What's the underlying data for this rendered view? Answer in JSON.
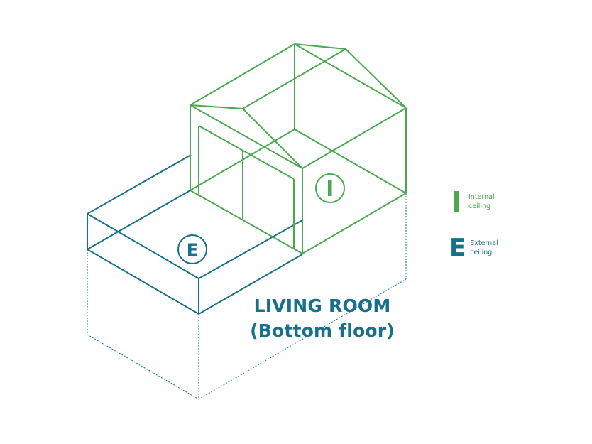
{
  "diagram": {
    "title_line1": "LIVING ROOM",
    "title_line2": "(Bottom floor)",
    "markers": {
      "internal": "I",
      "external": "E"
    },
    "legend": [
      {
        "glyph": "I",
        "label": "Internal\nceiling",
        "color": "#4aa84f"
      },
      {
        "glyph": "E",
        "label": "External\nceiling",
        "color": "#17708a"
      }
    ],
    "colors": {
      "internal": "#4aa84f",
      "external": "#17708a"
    }
  }
}
